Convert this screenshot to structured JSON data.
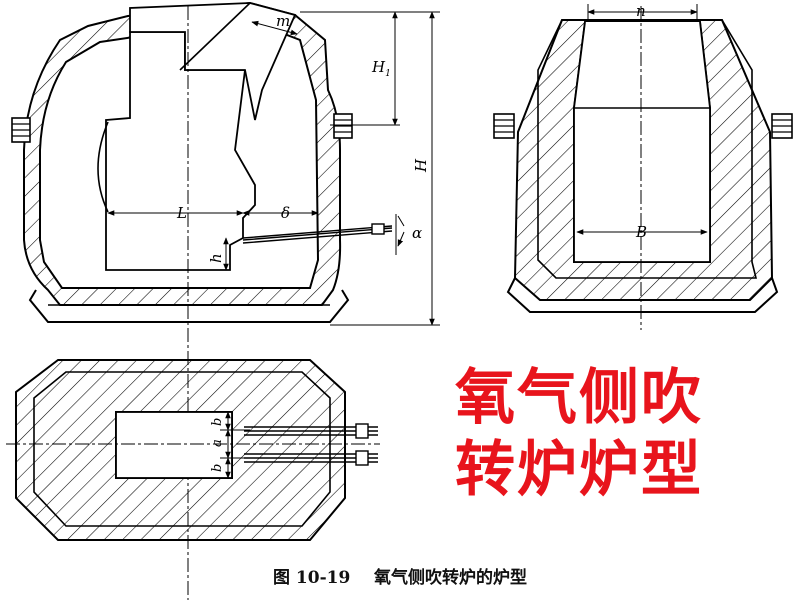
{
  "title": {
    "line1": "氧气侧吹",
    "line2": "转炉炉型",
    "color": "#e8141c"
  },
  "caption": {
    "figure_no": "图 10-19",
    "text": "氧气侧吹转炉的炉型"
  },
  "labels": {
    "m": "m",
    "H1": "H",
    "H1_sub": "1",
    "H": "H",
    "L": "L",
    "delta": "δ",
    "alpha": "α",
    "h": "h",
    "n": "n",
    "B": "B",
    "b_top": "b",
    "a": "a",
    "b_bottom": "b"
  },
  "colors": {
    "line": "#000000",
    "hatch": "#000000",
    "background": "#ffffff"
  }
}
